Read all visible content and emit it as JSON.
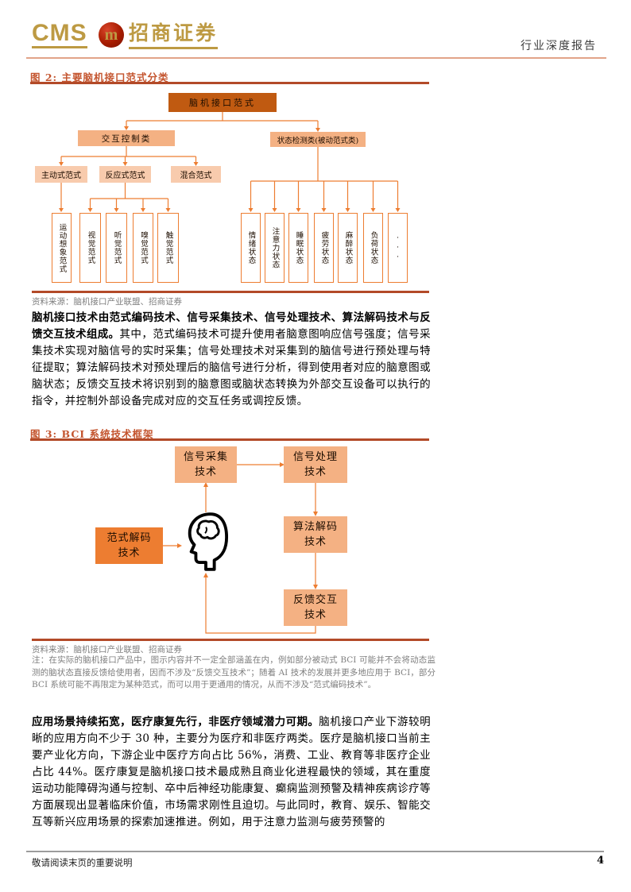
{
  "colors": {
    "gold": "#BD9A43",
    "header_rule": "#E2A489",
    "fig_title": "#C4552F",
    "fig_rule": "#B34A28",
    "node_dark": "#C05A11",
    "node_mid": "#F4B183",
    "node_light": "#F8CBAD",
    "connector": "#ED7D31",
    "source_gray": "#7F7F7F"
  },
  "header": {
    "logo_cms": "CMS",
    "logo_mark": "m",
    "logo_name": "招商证券",
    "doc_type": "行业深度报告"
  },
  "figure2": {
    "title": "图 2: 主要脑机接口范式分类",
    "root": "脑机接口范式",
    "branch_interactive": "交互控制类",
    "branch_passive": "状态检测类(被动范式类)",
    "sub_active": "主动式范式",
    "sub_reactive": "反应式范式",
    "sub_hybrid": "混合范式",
    "leaves_left": [
      "运动想象范式",
      "视觉范式",
      "听觉范式",
      "嗅觉范式",
      "触觉范式"
    ],
    "leaves_right": [
      "情绪状态",
      "注意力状态",
      "睡眠状态",
      "疲劳状态",
      "麻醉状态",
      "负荷状态",
      "···"
    ],
    "source": "资料来源：脑机接口产业联盟、招商证券"
  },
  "paragraph1": {
    "bold": "脑机接口技术由范式编码技术、信号采集技术、信号处理技术、算法解码技术与反馈交互技术组成。",
    "text": "其中，范式编码技术可提升使用者脑意图响应信号强度；信号采集技术实现对脑信号的实时采集；信号处理技术对采集到的脑信号进行预处理与特征提取；算法解码技术对预处理后的脑信号进行分析，得到使用者对应的脑意图或脑状态；反馈交互技术将识别到的脑意图或脑状态转换为外部交互设备可以执行的指令，并控制外部设备完成对应的交互任务或调控反馈。"
  },
  "figure3": {
    "title": "图 3: BCI 系统技术框架",
    "box_acquisition": "信号采集\n技术",
    "box_processing": "信号处理\n技术",
    "box_decoding": "算法解码\n技术",
    "box_feedback": "反馈交互\n技术",
    "box_paradigm": "范式解码\n技术",
    "head_icon": "head-with-brain",
    "source": "资料来源：脑机接口产业联盟、招商证券",
    "note": "注：在实际的脑机接口产品中，图示内容并不一定全部涵盖在内，例如部分被动式 BCI 可能并不会将动态监测的脑状态直接反馈给使用者，因而不涉及“反馈交互技术”；随着 AI 技术的发展并更多地应用于 BCI，部分 BCI 系统可能不再限定为某种范式，而可以用于更通用的情况，从而不涉及“范式编码技术”。"
  },
  "paragraph2": {
    "bold": "应用场景持续拓宽，医疗康复先行，非医疗领域潜力可期。",
    "text": "脑机接口产业下游较明晰的应用方向不少于 30 种，主要分为医疗和非医疗两类。医疗是脑机接口当前主要产业化方向，下游企业中医疗方向占比 56%，消费、工业、教育等非医疗企业占比 44%。医疗康复是脑机接口技术最成熟且商业化进程最快的领域，其在重度运动功能障碍沟通与控制、卒中后神经功能康复、癫痫监测预警及精神疾病诊疗等方面展现出显著临床价值，市场需求刚性且迫切。与此同时，教育、娱乐、智能交互等新兴应用场景的探索加速推进。例如，用于注意力监测与疲劳预警的"
  },
  "footer": {
    "disclaimer": "敬请阅读末页的重要说明",
    "page_number": "4"
  }
}
